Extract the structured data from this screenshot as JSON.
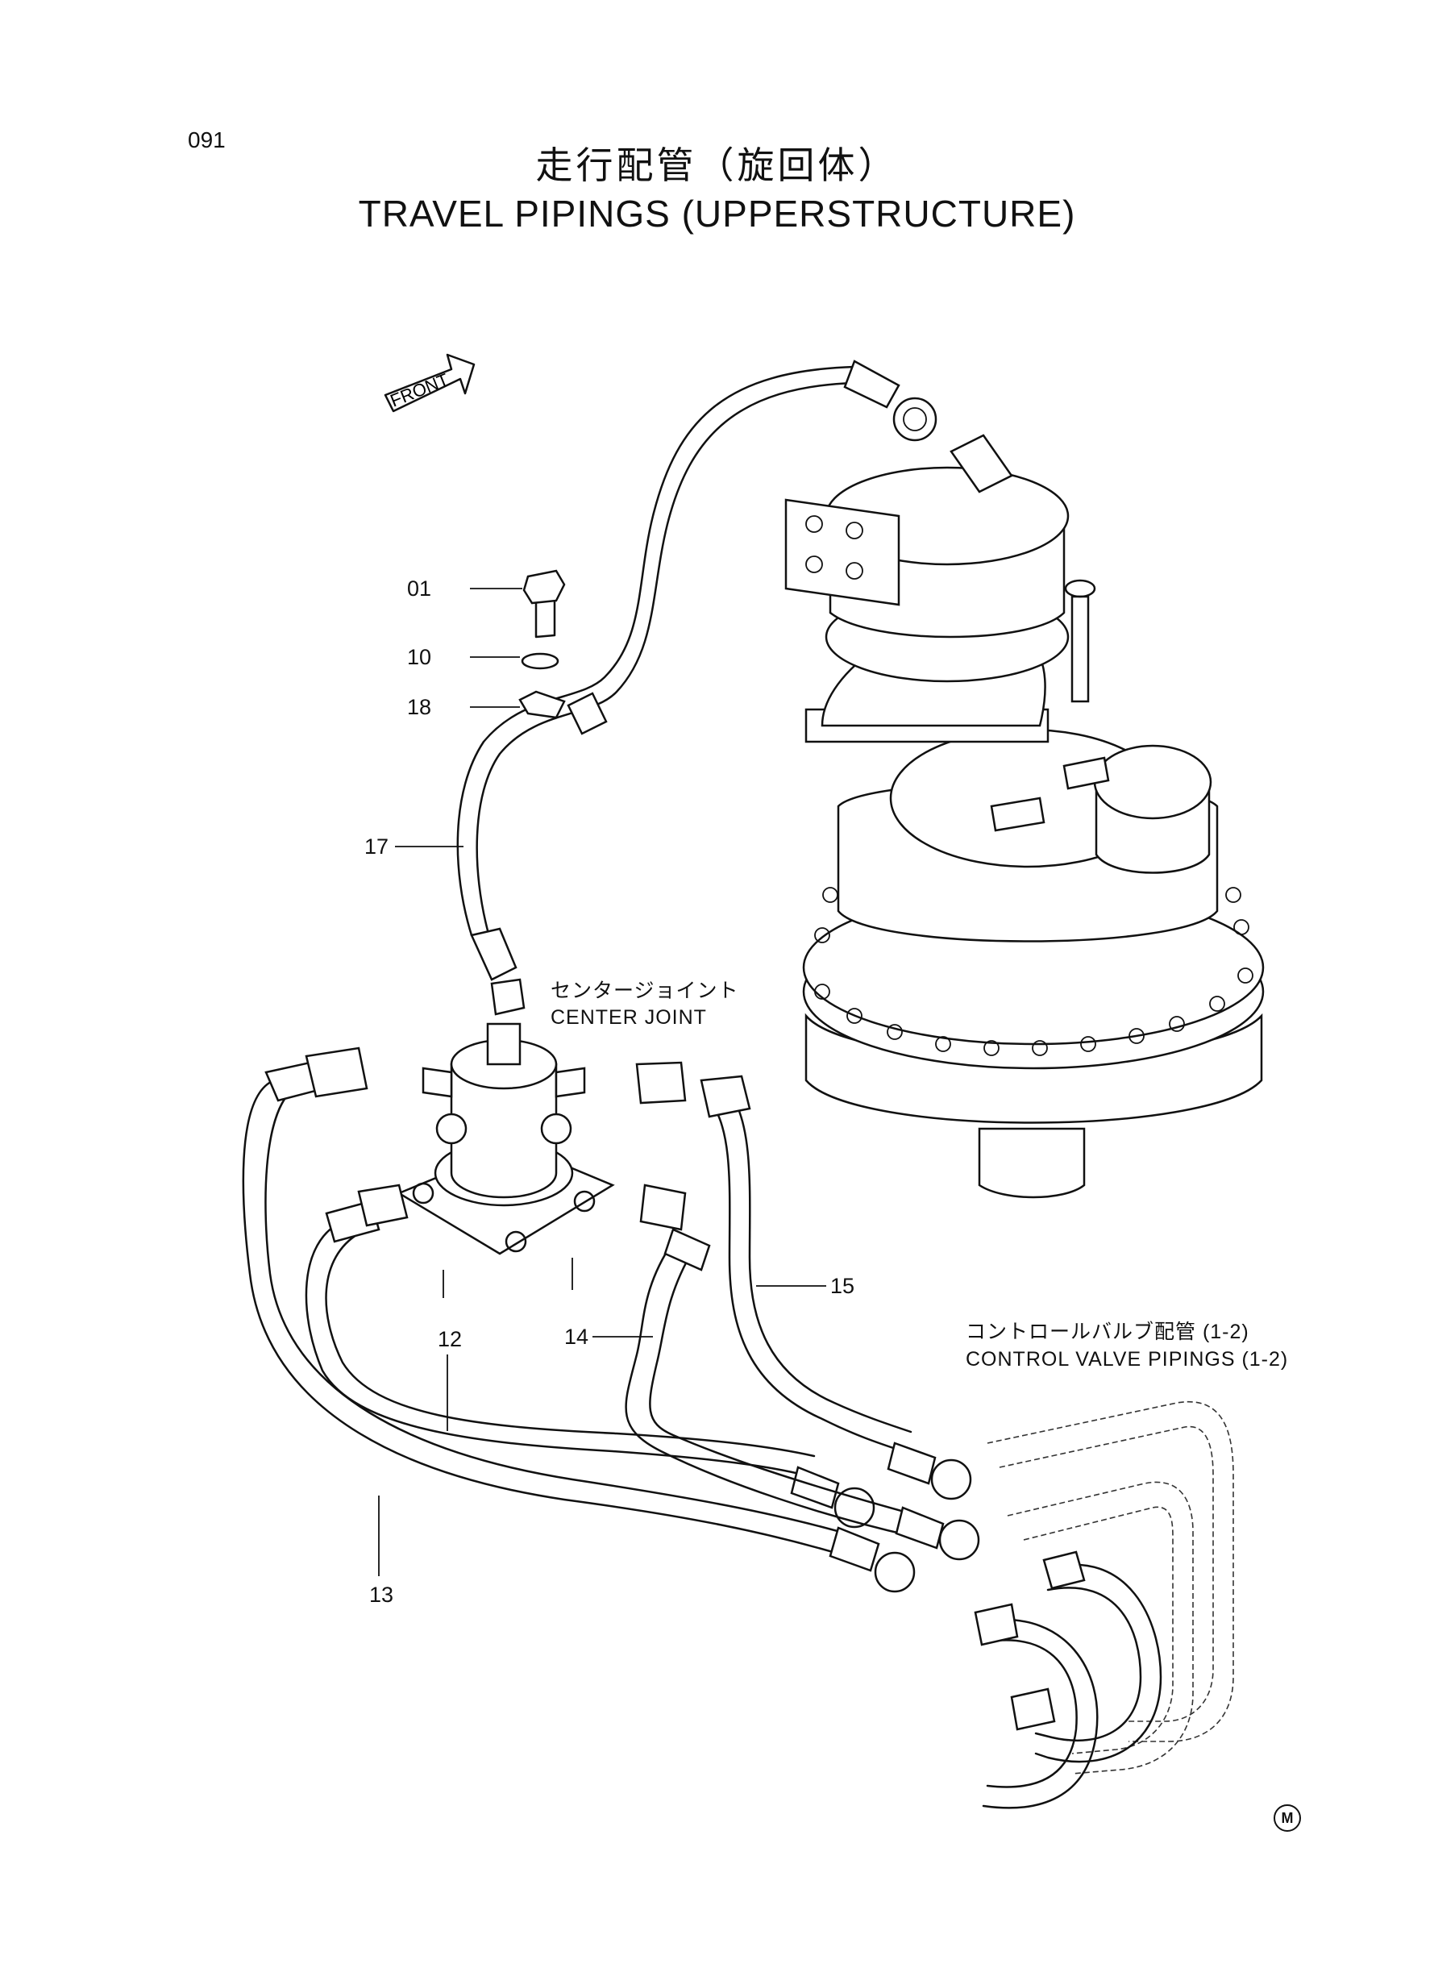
{
  "page_number": "091",
  "title_jp": "走行配管（旋回体）",
  "title_en": "TRAVEL PIPINGS (UPPERSTRUCTURE)",
  "front_label": "FRONT",
  "callouts": [
    "01",
    "10",
    "18",
    "17",
    "12",
    "14",
    "15",
    "13"
  ],
  "labels": {
    "center_joint_jp": "センタージョイント",
    "center_joint_en": "CENTER JOINT",
    "control_valve_jp": "コントロールバルブ配管 (1-2)",
    "control_valve_en": "CONTROL VALVE PIPINGS (1-2)"
  },
  "mark": "M"
}
